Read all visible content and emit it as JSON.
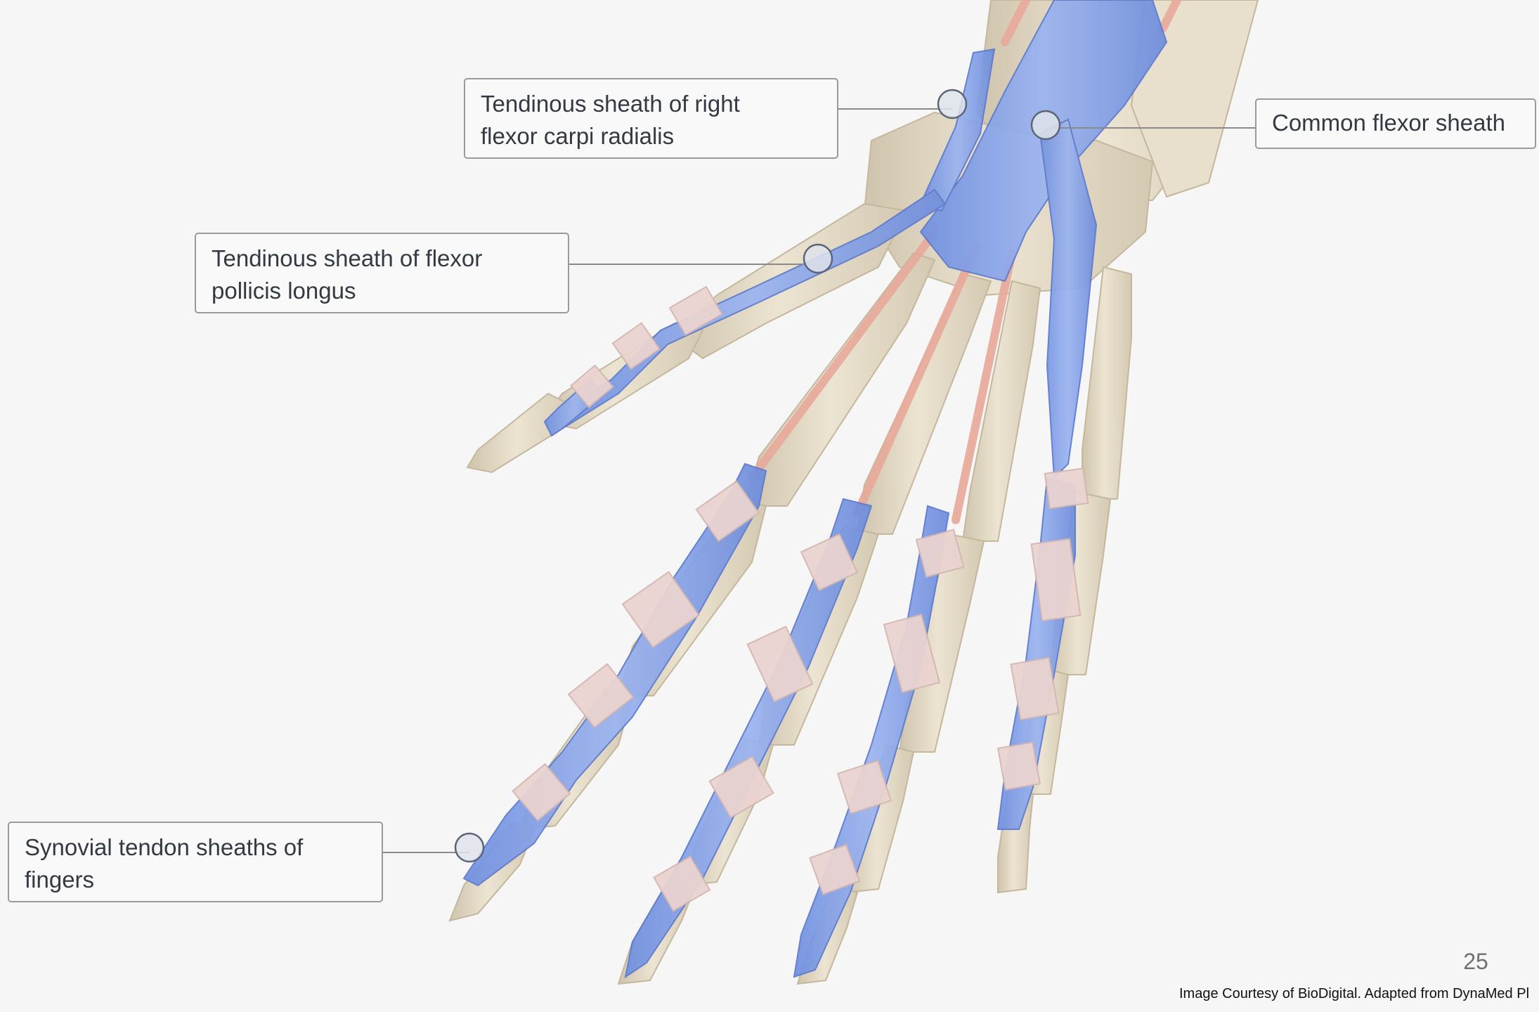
{
  "callouts": {
    "flexor_carpi_radialis": {
      "line1": "Tendinous sheath of right",
      "line2": "flexor carpi radialis"
    },
    "common_flexor": {
      "line1": "Common flexor sheath"
    },
    "flexor_pollicis_longus": {
      "line1": "Tendinous sheath of flexor",
      "line2": "pollicis longus"
    },
    "fingers": {
      "line1": "Synovial tendon sheaths of",
      "line2": "fingers"
    }
  },
  "page_number": "25",
  "credit": "Image Courtesy of BioDigital. Adapted from DynaMed Pl",
  "colors": {
    "background": "#f6f6f6",
    "bone": "#e6dcc8",
    "sheath": "#7f9de6",
    "tendon": "#e8a99a",
    "ligament": "#ead3d0",
    "callout_border": "#9a9a9a",
    "marker_fill": "#dfe3ea"
  }
}
